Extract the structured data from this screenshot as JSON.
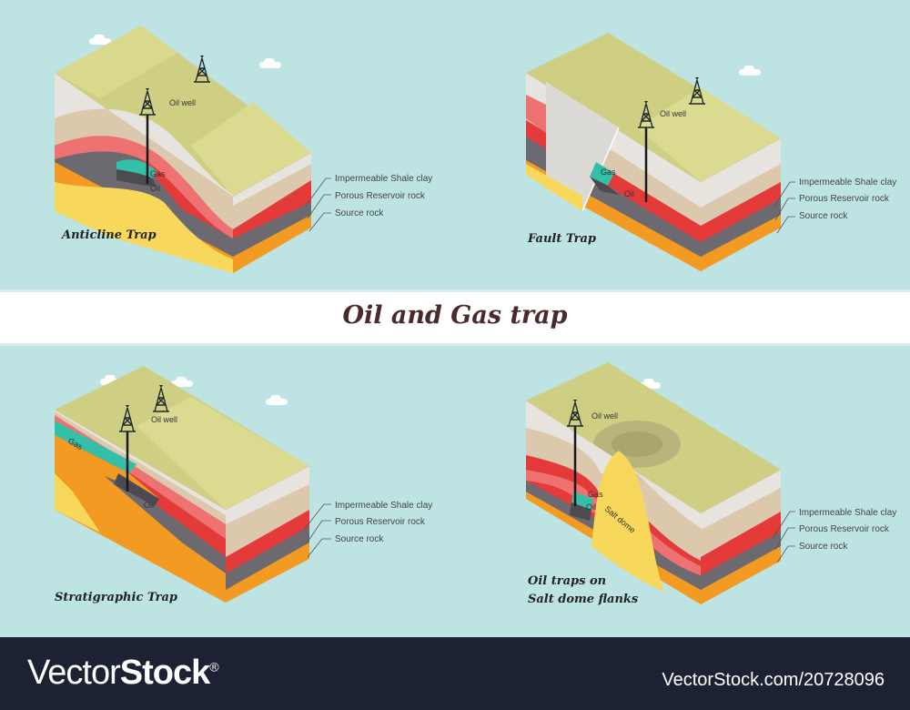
{
  "title": "Oil and Gas trap",
  "legend": [
    "Impermeable Shale clay",
    "Porous Reservoir rock",
    "Source rock"
  ],
  "panels": {
    "anticline": {
      "name": "Anticline Trap",
      "well": "Oil well",
      "gas": "Gas",
      "oil": "Oil"
    },
    "fault": {
      "name": "Fault Trap",
      "well": "Oil well",
      "gas": "Gas",
      "oil": "Oil"
    },
    "stratigraphic": {
      "name": "Stratigraphic Trap",
      "well": "Oil well",
      "gas": "Gas",
      "oil": "Oil"
    },
    "saltdome": {
      "name_line1": "Oil traps on",
      "name_line2": "Salt dome flanks",
      "well": "Oil well",
      "gas": "Gas",
      "oil": "Oil",
      "dome": "Salt dome"
    }
  },
  "footer": {
    "brand_regular": "Vector",
    "brand_bold": "Stock",
    "brand_reg": "®",
    "image_id": "VectorStock.com/20728096"
  },
  "colors": {
    "background": "#bde3e3",
    "grass": "#cfcf84",
    "shale": "#e7e3df",
    "tan": "#dcc8ac",
    "red": "#e43a3a",
    "salmon": "#ee7272",
    "dark": "#6c6a70",
    "orange": "#f39a22",
    "yellow": "#f7d85a",
    "teal": "#34c0a8",
    "footer": "#1c2233"
  }
}
